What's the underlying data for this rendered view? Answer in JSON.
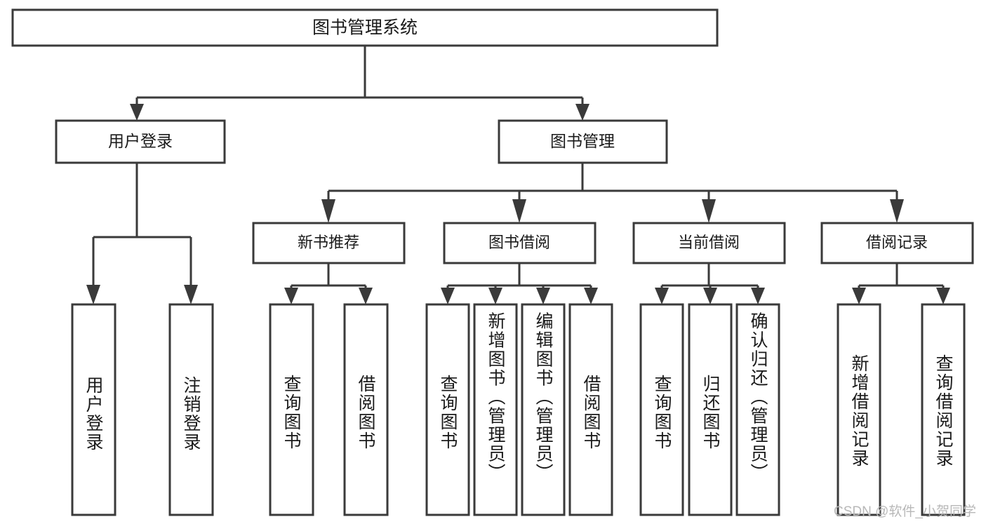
{
  "diagram": {
    "type": "tree",
    "title": "图书管理系统",
    "root": {
      "id": "root",
      "label": "图书管理系统"
    },
    "level1": [
      {
        "id": "user-login",
        "label": "用户登录"
      },
      {
        "id": "book-manage",
        "label": "图书管理"
      }
    ],
    "level2": [
      {
        "id": "new-book-rec",
        "label": "新书推荐",
        "parent": "book-manage"
      },
      {
        "id": "book-borrow",
        "label": "图书借阅",
        "parent": "book-manage"
      },
      {
        "id": "current-borrow",
        "label": "当前借阅",
        "parent": "book-manage"
      },
      {
        "id": "borrow-record",
        "label": "借阅记录",
        "parent": "book-manage"
      }
    ],
    "leaves": {
      "user-login": [
        {
          "id": "leaf-user-login",
          "label": "用户登录"
        },
        {
          "id": "leaf-user-logout",
          "label": "注销登录"
        }
      ],
      "new-book-rec": [
        {
          "id": "leaf-query-book-1",
          "label": "查询图书"
        },
        {
          "id": "leaf-borrow-book-1",
          "label": "借阅图书"
        }
      ],
      "book-borrow": [
        {
          "id": "leaf-query-book-2",
          "label": "查询图书"
        },
        {
          "id": "leaf-add-book",
          "label": "新增图书（管理员）"
        },
        {
          "id": "leaf-edit-book",
          "label": "编辑图书（管理员）"
        },
        {
          "id": "leaf-borrow-book-2",
          "label": "借阅图书"
        }
      ],
      "current-borrow": [
        {
          "id": "leaf-query-book-3",
          "label": "查询图书"
        },
        {
          "id": "leaf-return-book",
          "label": "归还图书"
        },
        {
          "id": "leaf-confirm-return",
          "label": "确认归还（管理员）"
        }
      ],
      "borrow-record": [
        {
          "id": "leaf-add-record",
          "label": "新增借阅记录"
        },
        {
          "id": "leaf-query-record",
          "label": "查询借阅记录"
        }
      ]
    },
    "colors": {
      "background": "#ffffff",
      "box_fill": "#ffffff",
      "box_stroke": "#3a3a3a",
      "text": "#1a1a1a",
      "watermark": "#b8b8b8"
    }
  },
  "watermark": {
    "text": "CSDN @软件_小贺同学"
  }
}
